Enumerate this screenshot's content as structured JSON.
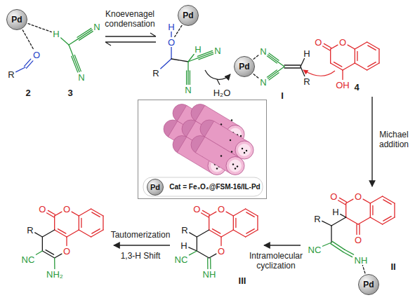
{
  "diagram": {
    "nodes": [
      {
        "text": [
          "Pd"
        ]
      },
      {
        "text": [
          "Pd"
        ]
      },
      {
        "text": [
          "Pd"
        ]
      },
      {
        "text": [
          "Cat = Fe₃O₄@FSM-16/IL-Pd"
        ]
      },
      {
        "text": [
          "Pd"
        ],
        "in": 3
      },
      {
        "text": [
          "Pd"
        ]
      }
    ],
    "labels": [
      "O",
      "R",
      "H",
      "N",
      "N",
      "2",
      "3",
      "Knoevenagel condensation",
      "H",
      "O",
      "R",
      "H",
      "N",
      "N",
      "H₂O",
      "N",
      "N",
      "H",
      "R",
      "I",
      "O",
      "O",
      "OH",
      "4",
      "Michael addition",
      "O",
      "O",
      "H",
      "O",
      "R",
      "NC",
      "NH",
      "II",
      "Intramolecular cyclization",
      "O",
      "O",
      "R",
      "H",
      "NC",
      "NH",
      "O",
      "III",
      "Tautomerization",
      "1,3-H Shift",
      "O",
      "O",
      "R",
      "NC",
      "NH₂",
      "O"
    ]
  }
}
